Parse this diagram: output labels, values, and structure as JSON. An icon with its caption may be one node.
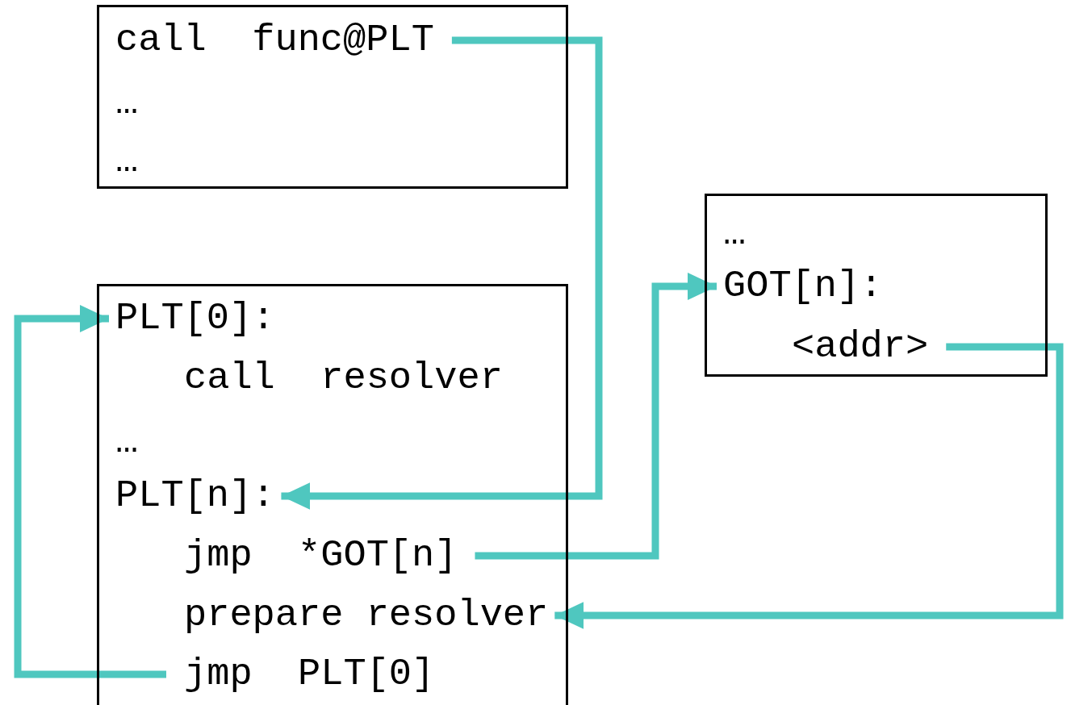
{
  "diagram": {
    "nodes": [
      {
        "text": [],
        "shape": "box"
      },
      {
        "text": [
          "call  func@PLT"
        ],
        "in": 0
      },
      {
        "text": [
          "…"
        ],
        "in": 0
      },
      {
        "text": [
          "…"
        ],
        "in": 0
      },
      {
        "text": [],
        "shape": "box"
      },
      {
        "text": [
          "…"
        ],
        "in": 4
      },
      {
        "text": [
          "GOT[n]:"
        ],
        "in": 4
      },
      {
        "text": [
          "<addr>"
        ],
        "in": 4
      },
      {
        "text": [],
        "shape": "box"
      },
      {
        "text": [
          "PLT[0]:"
        ],
        "in": 8
      },
      {
        "text": [
          "call  resolver"
        ],
        "in": 8
      },
      {
        "text": [
          "…"
        ],
        "in": 8
      },
      {
        "text": [
          "PLT[n]:"
        ],
        "in": 8
      },
      {
        "text": [
          "jmp  *GOT[n]"
        ],
        "in": 8
      },
      {
        "text": [
          "prepare resolver"
        ],
        "in": 8
      },
      {
        "text": [
          "jmp  PLT[0]"
        ],
        "in": 8
      }
    ],
    "edges": [
      {
        "from": 1,
        "to": 12,
        "arrow": "to"
      },
      {
        "from": 13,
        "to": 6,
        "arrow": "to"
      },
      {
        "from": 7,
        "to": 14,
        "arrow": "to"
      },
      {
        "from": 15,
        "to": 9,
        "arrow": "to"
      }
    ]
  }
}
